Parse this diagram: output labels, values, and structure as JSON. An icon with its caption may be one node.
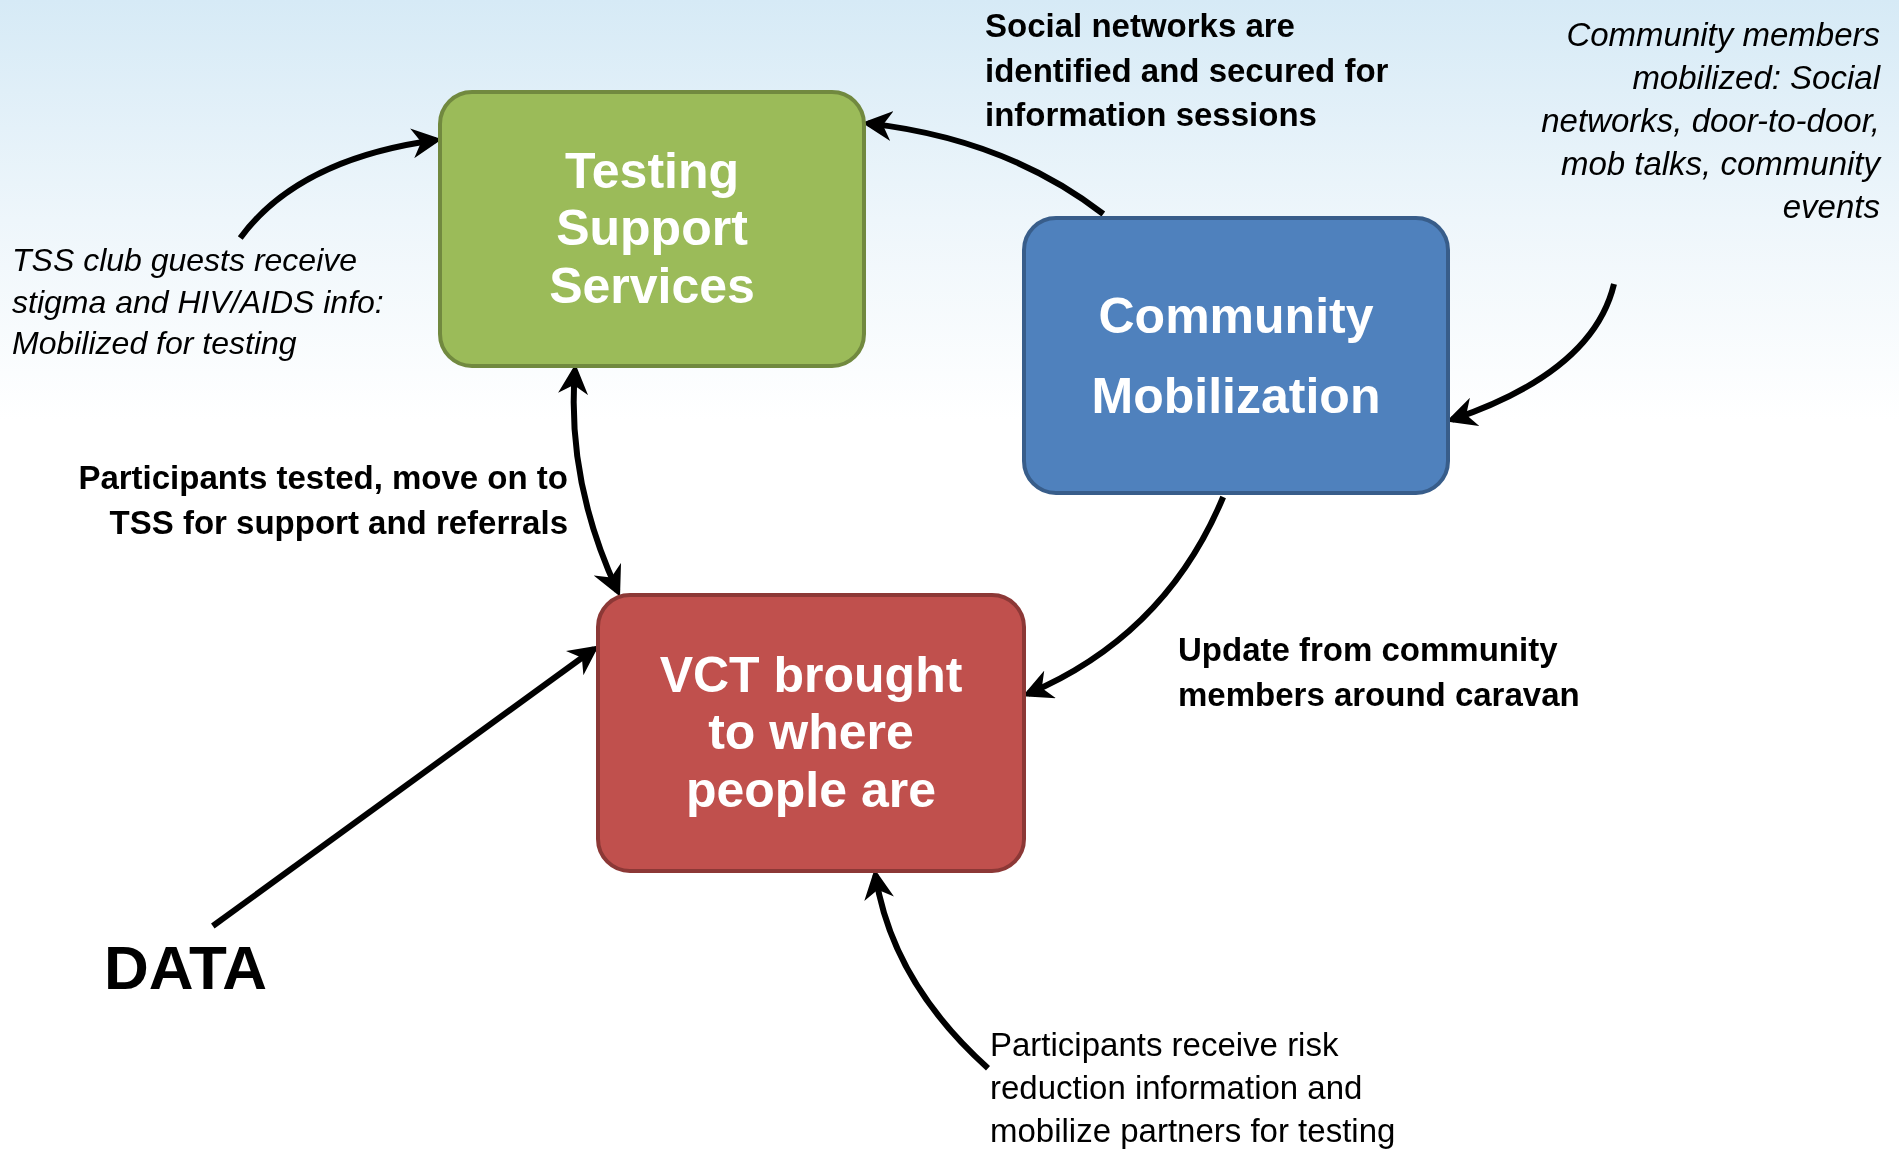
{
  "diagram": {
    "nodes": [
      {
        "text": [
          "Testing Support Services"
        ]
      },
      {
        "text": [
          "Community Mobilization"
        ]
      },
      {
        "text": [
          "VCT brought to where people are"
        ]
      },
      {
        "text": [
          "TSS club guests receive stigma and HIV/AIDS info: Mobilized for testing"
        ]
      },
      {
        "text": [
          "Community members mobilized: Social networks, door-to-door, mob talks, community events"
        ]
      },
      {
        "text": [
          "DATA"
        ]
      },
      {
        "text": [
          "Participants receive risk reduction information and mobilize partners for testing"
        ]
      }
    ],
    "edges": [
      {
        "from": 3,
        "to": 0,
        "arrow": "to"
      },
      {
        "from": 1,
        "to": 0,
        "arrow": "to",
        "label": "Social networks are identified and secured for information sessions"
      },
      {
        "from": 4,
        "to": 1,
        "arrow": "to"
      },
      {
        "from": 0,
        "to": 2,
        "arrow": "both",
        "label": "Participants tested, move on to TSS for support and referrals"
      },
      {
        "from": 1,
        "to": 2,
        "arrow": "to",
        "label": "Update from community members around caravan"
      },
      {
        "from": 5,
        "to": 2,
        "arrow": "to"
      },
      {
        "from": 6,
        "to": 2,
        "arrow": "to"
      }
    ]
  }
}
